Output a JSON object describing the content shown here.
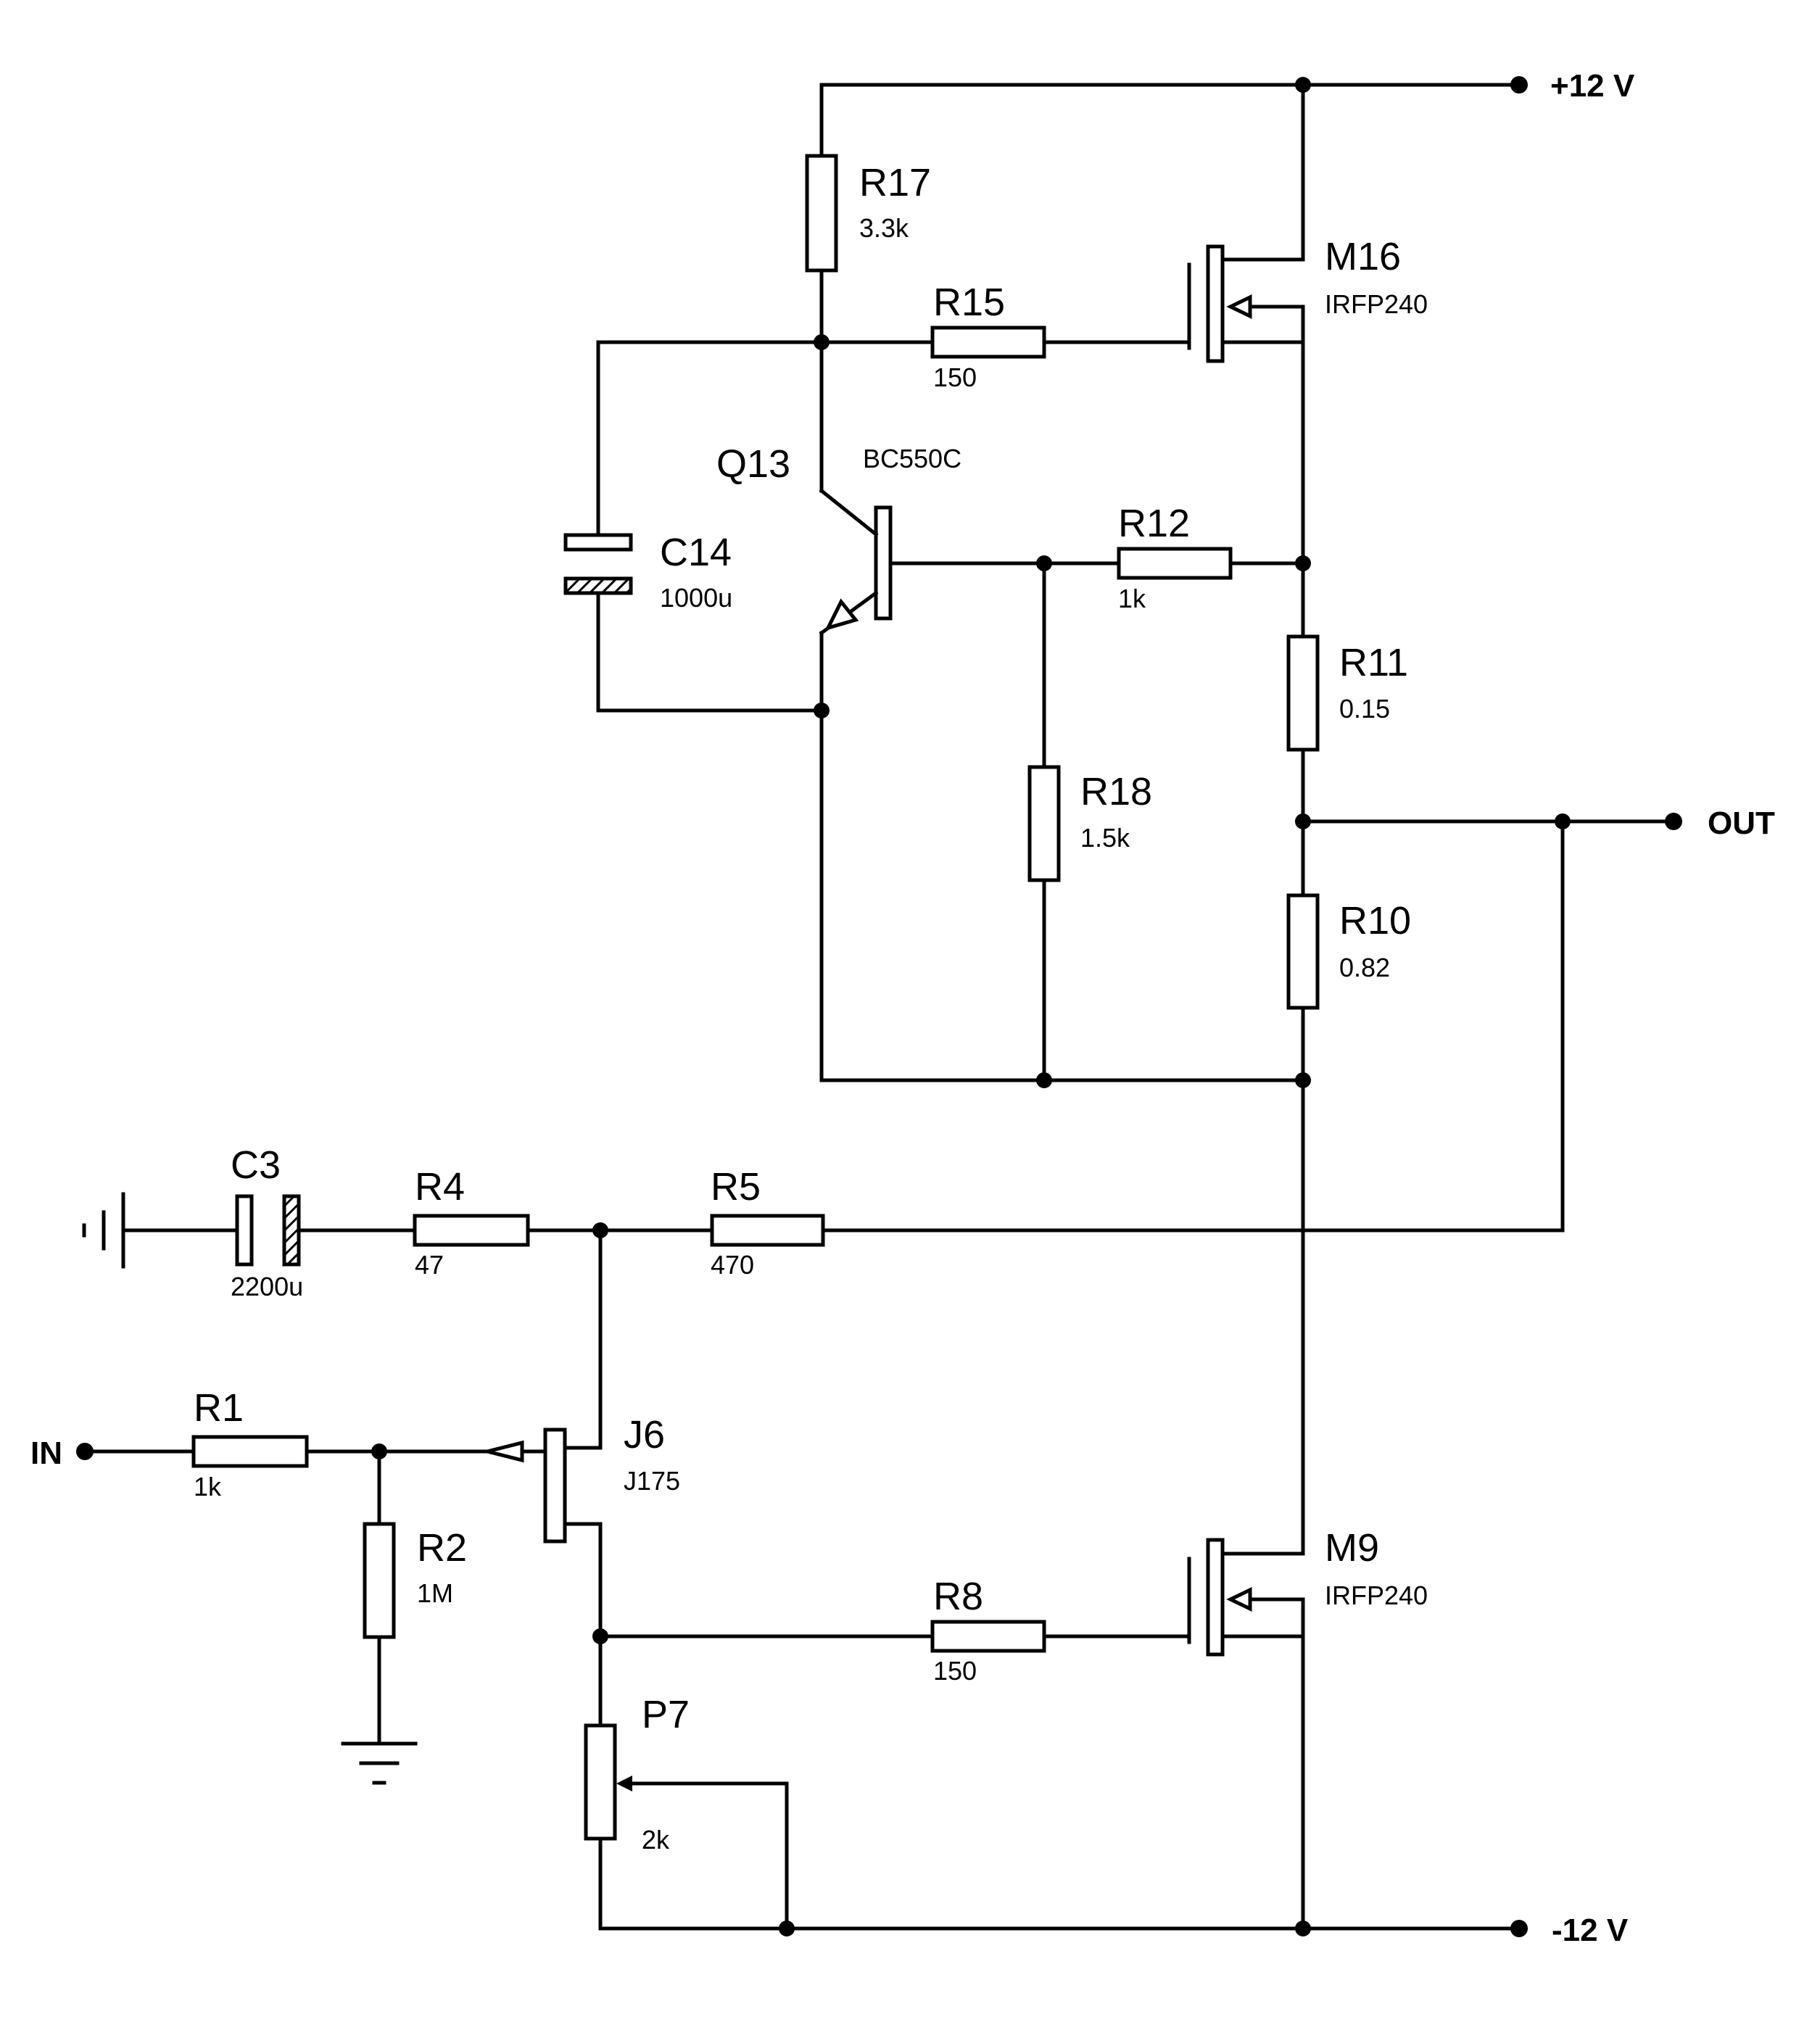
{
  "rails": {
    "positive": "+12 V",
    "negative": "-12 V"
  },
  "ports": {
    "input": "IN",
    "output": "OUT"
  },
  "components": {
    "R17": {
      "ref": "R17",
      "value": "3.3k"
    },
    "R15": {
      "ref": "R15",
      "value": "150"
    },
    "M16": {
      "ref": "M16",
      "value": "IRFP240"
    },
    "Q13": {
      "ref": "Q13",
      "value": "BC550C"
    },
    "C14": {
      "ref": "C14",
      "value": "1000u"
    },
    "R12": {
      "ref": "R12",
      "value": "1k"
    },
    "R11": {
      "ref": "R11",
      "value": "0.15"
    },
    "R18": {
      "ref": "R18",
      "value": "1.5k"
    },
    "R10": {
      "ref": "R10",
      "value": "0.82"
    },
    "C3": {
      "ref": "C3",
      "value": "2200u"
    },
    "R4": {
      "ref": "R4",
      "value": "47"
    },
    "R5": {
      "ref": "R5",
      "value": "470"
    },
    "R1": {
      "ref": "R1",
      "value": "1k"
    },
    "J6": {
      "ref": "J6",
      "value": "J175"
    },
    "R2": {
      "ref": "R2",
      "value": "1M"
    },
    "M9": {
      "ref": "M9",
      "value": "IRFP240"
    },
    "R8": {
      "ref": "R8",
      "value": "150"
    },
    "P7": {
      "ref": "P7",
      "value": "2k"
    }
  }
}
